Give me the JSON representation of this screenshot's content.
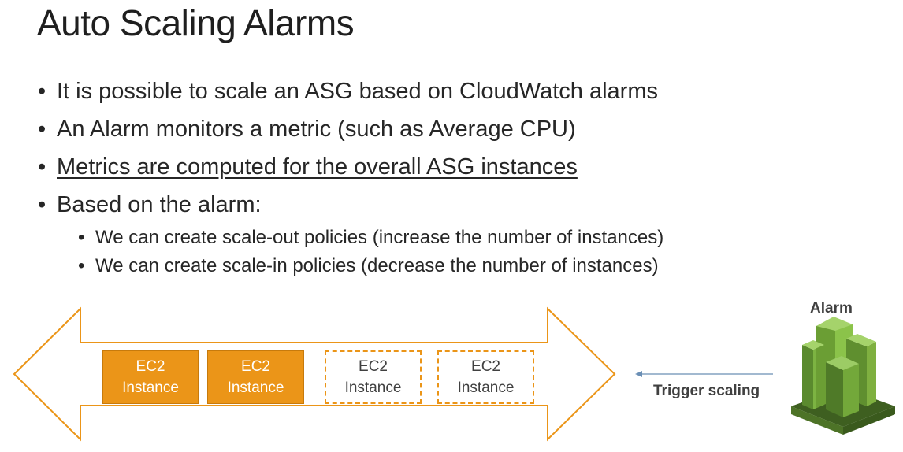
{
  "slide": {
    "title": "Auto Scaling Alarms",
    "bullets": [
      "It is possible to scale an ASG based on CloudWatch alarms",
      "An Alarm monitors a metric (such as Average CPU)",
      "Metrics are computed for the overall ASG instances",
      "Based on the alarm:"
    ],
    "sub_bullets": [
      "We can create scale-out policies (increase the number of instances)",
      "We can create scale-in policies (decrease the number of instances)"
    ]
  },
  "diagram": {
    "instances": [
      {
        "line1": "EC2",
        "line2": "Instance",
        "style": "running"
      },
      {
        "line1": "EC2",
        "line2": "Instance",
        "style": "running"
      },
      {
        "line1": "EC2",
        "line2": "Instance",
        "style": "pending"
      },
      {
        "line1": "EC2",
        "line2": "Instance",
        "style": "pending"
      }
    ],
    "trigger_label": "Trigger scaling",
    "alarm_label": "Alarm",
    "alarm_icon": "cloudwatch-alarm-icon",
    "colors": {
      "instance_fill": "#eb9518",
      "arrow_outline": "#eb9518",
      "alarm_green": "#6b9a3a",
      "trigger_arrow": "#6b8fb5"
    }
  }
}
